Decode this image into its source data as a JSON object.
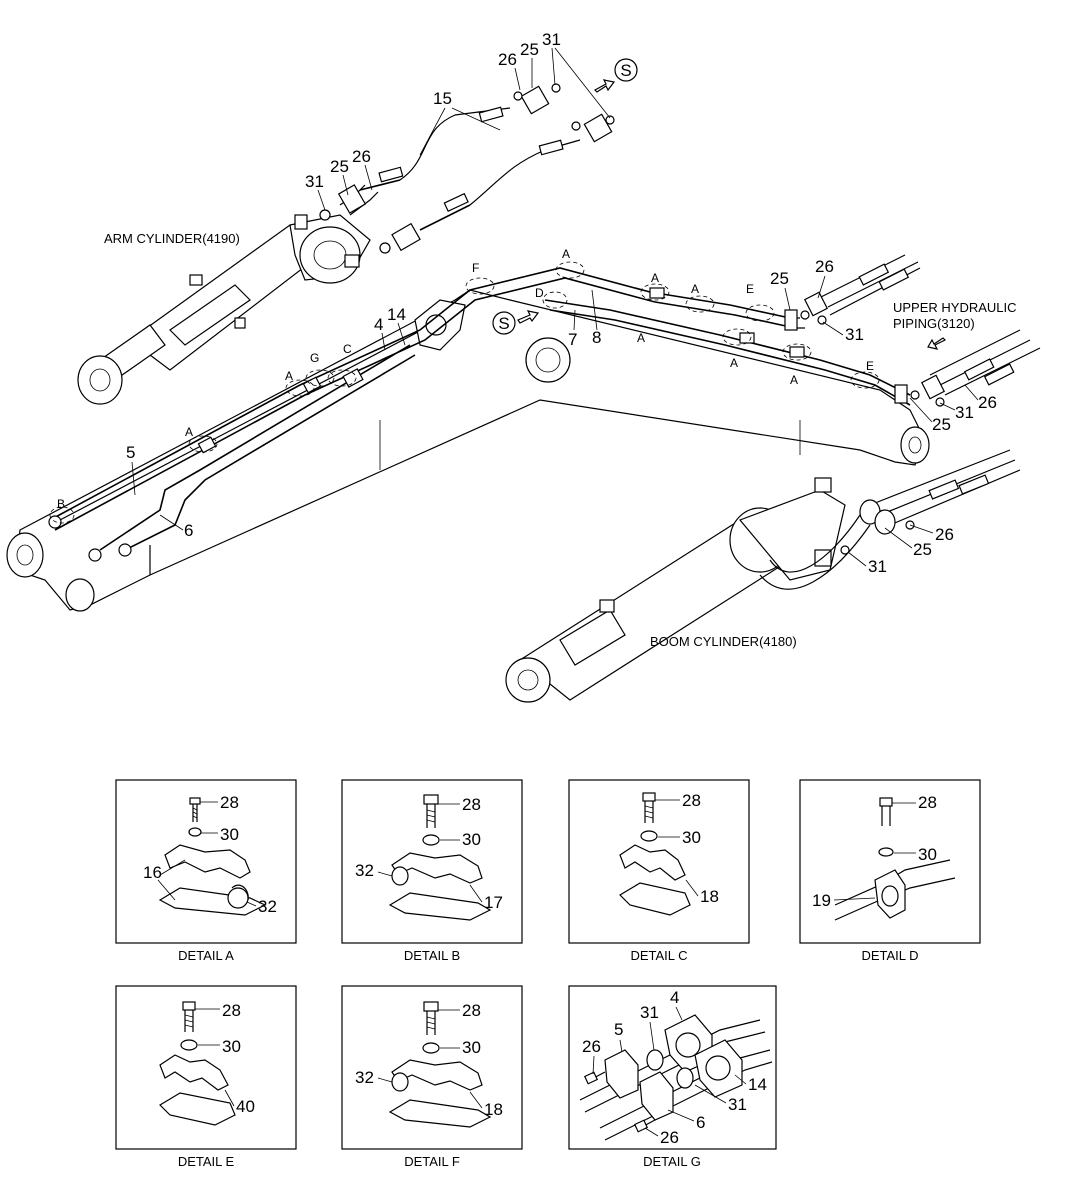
{
  "labels": {
    "arm_cylinder": "ARM CYLINDER(4190)",
    "upper_piping_1": "UPPER HYDRAULIC",
    "upper_piping_2": "PIPING(3120)",
    "boom_cylinder": "BOOM CYLINDER(4180)",
    "s_mark": "S"
  },
  "callouts": {
    "c15": "15",
    "c26": "26",
    "c25": "25",
    "c31": "31",
    "c14": "14",
    "c4": "4",
    "c5": "5",
    "c6": "6",
    "c7": "7",
    "c8": "8",
    "c16": "16",
    "c17": "17",
    "c18": "18",
    "c19": "19",
    "c28": "28",
    "c30": "30",
    "c32": "32",
    "c40": "40"
  },
  "letters": {
    "A": "A",
    "B": "B",
    "C": "C",
    "D": "D",
    "E": "E",
    "F": "F",
    "G": "G"
  },
  "details": [
    {
      "caption": "DETAIL  A"
    },
    {
      "caption": "DETAIL  B"
    },
    {
      "caption": "DETAIL  C"
    },
    {
      "caption": "DETAIL  D"
    },
    {
      "caption": "DETAIL  E"
    },
    {
      "caption": "DETAIL  F"
    },
    {
      "caption": "DETAIL  G"
    }
  ]
}
